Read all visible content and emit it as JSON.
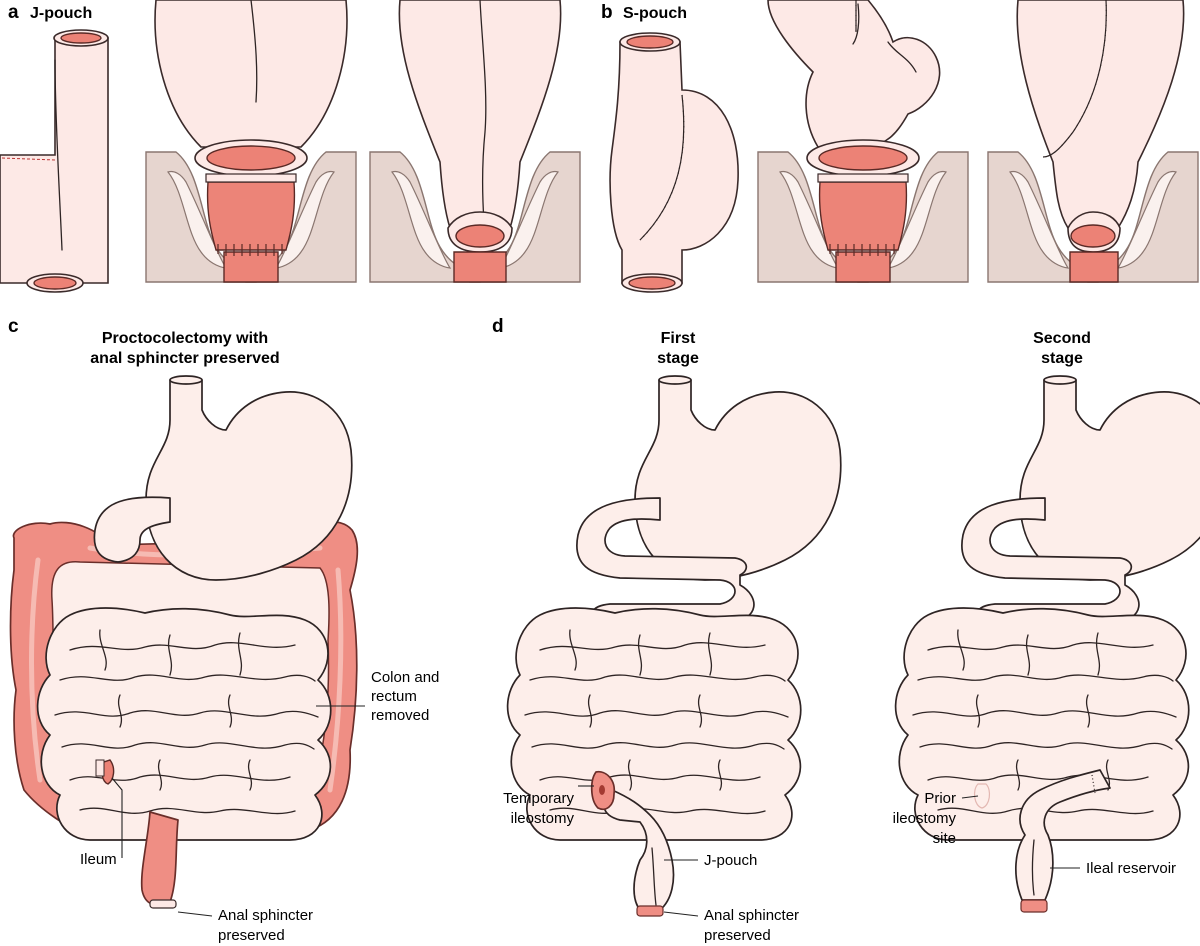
{
  "panels": {
    "a": {
      "letter": "a",
      "title": "J-pouch"
    },
    "b": {
      "letter": "b",
      "title": "S-pouch"
    },
    "c": {
      "letter": "c",
      "title_line1": "Proctocolectomy with",
      "title_line2": "anal sphincter preserved"
    },
    "d": {
      "letter": "d"
    }
  },
  "stages": {
    "first_line1": "First",
    "first_line2": "stage",
    "second_line1": "Second",
    "second_line2": "stage"
  },
  "labels": {
    "colon_line1": "Colon and",
    "colon_line2": "rectum",
    "colon_line3": "removed",
    "ileum": "Ileum",
    "anal_c_line1": "Anal sphincter",
    "anal_c_line2": "preserved",
    "temp_line1": "Temporary",
    "temp_line2": "ileostomy",
    "jpouch": "J-pouch",
    "anal_d_line1": "Anal sphincter",
    "anal_d_line2": "preserved",
    "prior_line1": "Prior",
    "prior_line2": "ileostomy",
    "prior_line3": "site",
    "ileal_reservoir": "Ileal reservoir"
  },
  "colors": {
    "tissue": "#fde9e6",
    "colon_removed": "#ef8e84",
    "lumen": "#ec8276",
    "pelvis": "#e6d5cf"
  }
}
